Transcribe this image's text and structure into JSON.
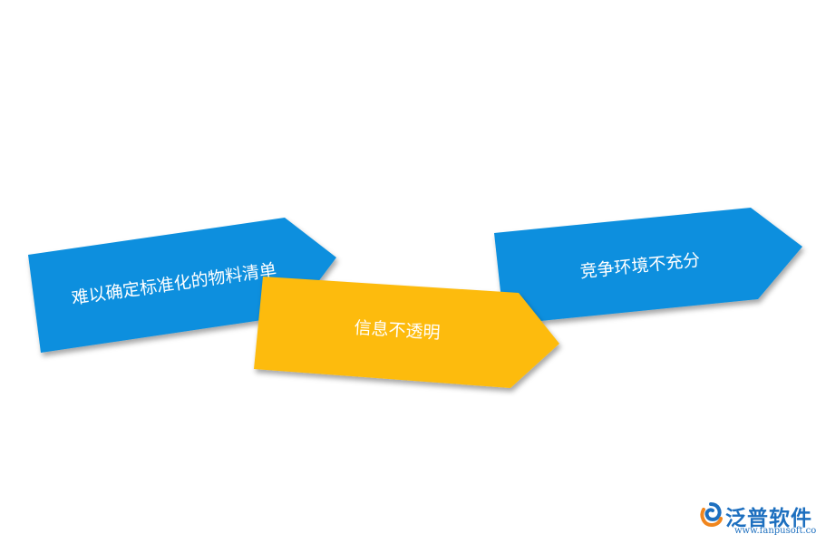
{
  "diagram": {
    "arrows": [
      {
        "label": "难以确定标准化的物料清单",
        "color": "#0a8fde"
      },
      {
        "label": "信息不透明",
        "color": "#fdbb0b"
      },
      {
        "label": "竞争环境不充分",
        "color": "#0a8fde"
      }
    ]
  },
  "logo": {
    "name": "泛普软件",
    "url": "www.fanpusoft.com",
    "icon": "fanpu-logo-icon",
    "text_color": "#1d6fbf",
    "accent_color": "#f0861e"
  }
}
